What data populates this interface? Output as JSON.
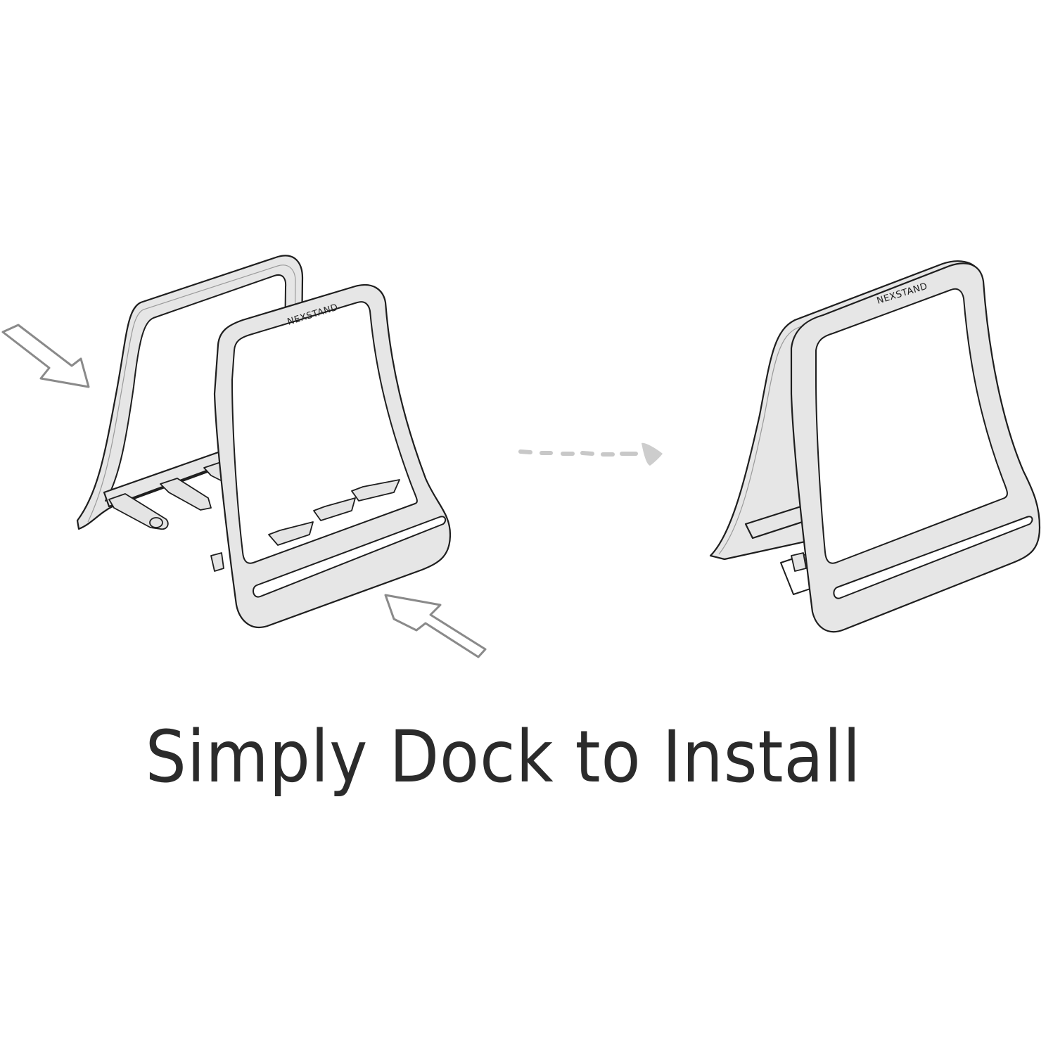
{
  "headline": {
    "text": "Simply Dock to Install",
    "color": "#2b2b2b"
  },
  "illustration": {
    "before": {
      "description": "Two separate stand frames with pegs, being pushed together",
      "brand_label": "NEXSTAND"
    },
    "after": {
      "description": "Assembled stand with interlocked frames",
      "brand_label": "NEXSTAND"
    },
    "arrows": [
      {
        "name": "push-arrow-left",
        "direction": "down-right",
        "color": "#8a8a8a"
      },
      {
        "name": "push-arrow-right",
        "direction": "up-left",
        "color": "#8a8a8a"
      },
      {
        "name": "transition-arrow",
        "style": "dashed",
        "direction": "right",
        "color": "#c8c8c8"
      }
    ]
  },
  "colors": {
    "background": "#ffffff",
    "frame_fill": "#e6e6e6",
    "outline": "#1e1e1e"
  }
}
